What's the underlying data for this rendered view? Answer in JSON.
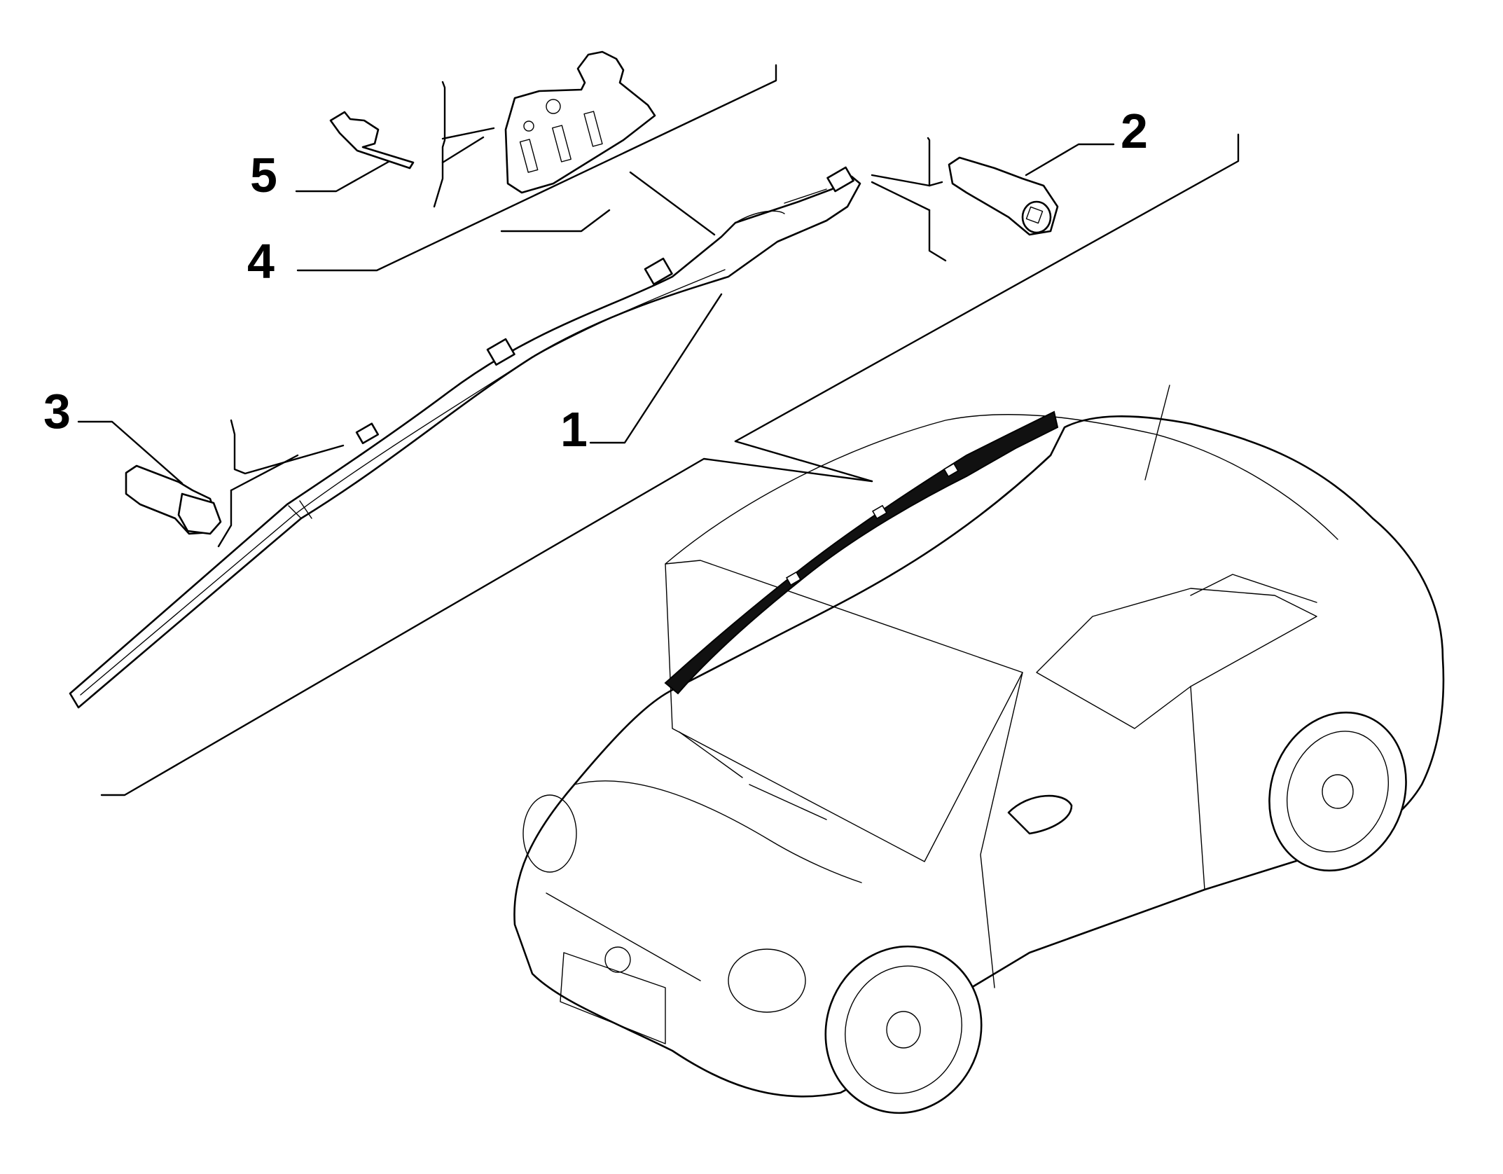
{
  "callouts": [
    {
      "id": "1",
      "label": "1"
    },
    {
      "id": "2",
      "label": "2"
    },
    {
      "id": "3",
      "label": "3"
    },
    {
      "id": "4",
      "label": "4"
    },
    {
      "id": "5",
      "label": "5"
    }
  ],
  "icons": [
    "curtain-airbag",
    "bolt",
    "screw",
    "bracket",
    "rivet",
    "car"
  ],
  "colors": {
    "ink": "#000000",
    "paper": "#ffffff"
  }
}
